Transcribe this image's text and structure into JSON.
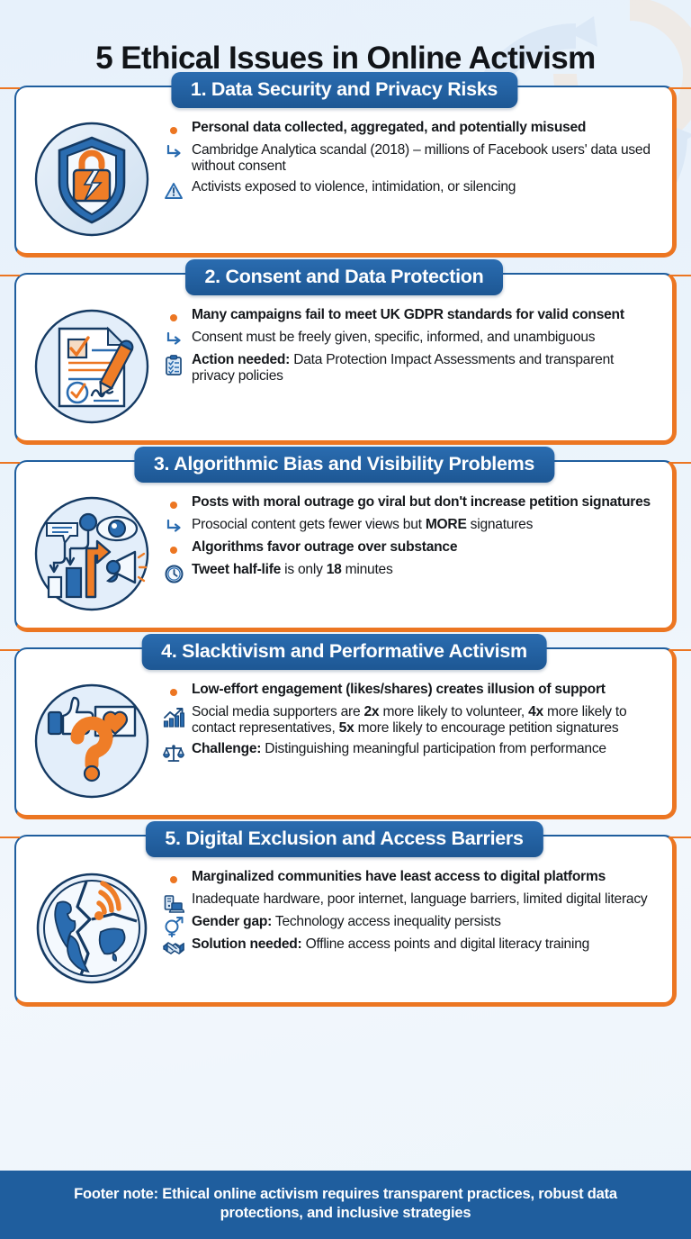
{
  "page": {
    "title": "5 Ethical Issues in Online Activism",
    "accent_blue": "#1f5e9e",
    "accent_orange": "#ec7622",
    "background": "#e9f2fb"
  },
  "footer": {
    "text": "Footer note: Ethical online activism requires transparent practices, robust data protections, and inclusive strategies"
  },
  "sections": [
    {
      "header": "1. Data Security and Privacy Risks",
      "icon": "shield-broken-padlock-icon",
      "bullets": [
        {
          "marker": "dot",
          "bold": true,
          "text": "Personal data collected, aggregated, and potentially misused"
        },
        {
          "marker": "arrow-hook-icon",
          "bold": false,
          "text": "Cambridge Analytica scandal (2018) – millions of Facebook users' data used without consent"
        },
        {
          "marker": "warning-triangle-icon",
          "bold": false,
          "text": "Activists exposed to violence, intimidation, or silencing"
        }
      ]
    },
    {
      "header": "2. Consent and Data Protection",
      "icon": "document-checklist-pen-icon",
      "bullets": [
        {
          "marker": "dot",
          "bold": true,
          "text": "Many campaigns fail to meet UK GDPR standards for valid consent"
        },
        {
          "marker": "arrow-hook-icon",
          "bold": false,
          "text": "Consent must be freely given, specific, informed, and unambiguous"
        },
        {
          "marker": "clipboard-checklist-icon",
          "bold": false,
          "lead": "Action needed:",
          "text": "Action needed: Data Protection Impact Assessments and transparent privacy policies"
        }
      ]
    },
    {
      "header": "3. Algorithmic Bias and Visibility Problems",
      "icon": "algorithm-chart-megaphone-eye-icon",
      "bullets": [
        {
          "marker": "dot",
          "bold": true,
          "text": "Posts with moral outrage go viral but don't increase petition signatures"
        },
        {
          "marker": "arrow-hook-icon",
          "bold": false,
          "text": "Prosocial content gets fewer views but MORE signatures",
          "emphasis": "MORE"
        },
        {
          "marker": "dot",
          "bold": true,
          "text": "Algorithms favor outrage over substance"
        },
        {
          "marker": "clock-icon",
          "bold": false,
          "lead": "Tweet half-life",
          "text": "Tweet half-life is only 18 minutes",
          "emphasis": "18"
        }
      ]
    },
    {
      "header": "4. Slacktivism and Performative Activism",
      "icon": "thumbs-up-heart-question-icon",
      "bullets": [
        {
          "marker": "dot",
          "bold": true,
          "text": "Low-effort engagement (likes/shares) creates illusion of support"
        },
        {
          "marker": "bar-chart-growth-icon",
          "bold": false,
          "text": "Social media supporters are 2x more likely to volunteer, 4x more likely to contact representatives, 5x more likely to encourage petition signatures"
        },
        {
          "marker": "scales-balance-icon",
          "bold": false,
          "lead": "Challenge:",
          "text": "Challenge: Distinguishing meaningful participation from performance"
        }
      ]
    },
    {
      "header": "5. Digital Exclusion and Access Barriers",
      "icon": "cracked-globe-wifi-icon",
      "bullets": [
        {
          "marker": "dot",
          "bold": true,
          "text": "Marginalized communities have least access to digital platforms"
        },
        {
          "marker": "computer-laptop-icon",
          "bold": false,
          "text": "Inadequate hardware, poor internet, language barriers, limited digital literacy"
        },
        {
          "marker": "gender-symbols-icon",
          "bold": false,
          "lead": "Gender gap:",
          "text": "Gender gap: Technology access inequality persists"
        },
        {
          "marker": "handshake-icon",
          "bold": false,
          "lead": "Solution needed:",
          "text": "Solution needed: Offline access points and digital literacy training"
        }
      ]
    }
  ]
}
